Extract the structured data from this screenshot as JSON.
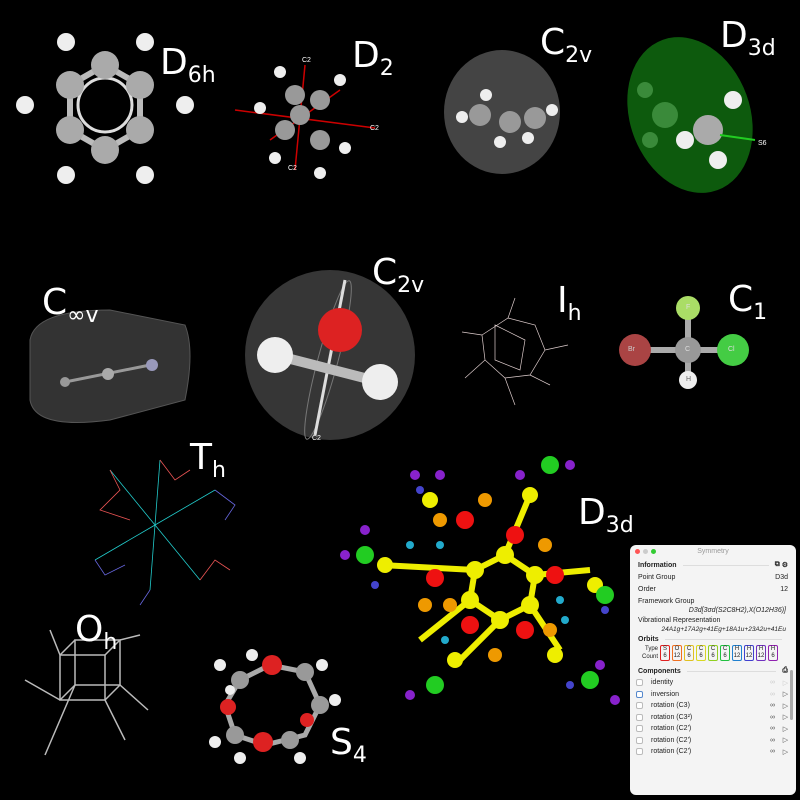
{
  "labels": [
    {
      "base": "D",
      "sub": "6h"
    },
    {
      "base": "D",
      "sub": "2"
    },
    {
      "base": "C",
      "sub": "2v"
    },
    {
      "base": "D",
      "sub": "3d"
    },
    {
      "base": "C",
      "sub": "∞v"
    },
    {
      "base": "C",
      "sub": "2v"
    },
    {
      "base": "I",
      "sub": "h"
    },
    {
      "base": "C",
      "sub": "1"
    },
    {
      "base": "T",
      "sub": "h"
    },
    {
      "base": "D",
      "sub": "3d"
    },
    {
      "base": "O",
      "sub": "h"
    },
    {
      "base": "S",
      "sub": "4"
    }
  ],
  "axis_labels": {
    "d2_a": "C2",
    "d2_b": "C2",
    "d2_c": "C2",
    "d3d": "S6",
    "water": "C2"
  },
  "atoms": {
    "br": "Br",
    "c": "C",
    "cl": "Cl",
    "f": "F",
    "h": "H"
  },
  "panel": {
    "title": "Symmetry",
    "information": "Information",
    "point_group_label": "Point Group",
    "point_group_value": "D3d",
    "order_label": "Order",
    "order_value": "12",
    "framework_label": "Framework Group",
    "framework_value": "D3d[3σd(S2C8H2),X(O12H36)]",
    "vib_label": "Vibrational Representation",
    "vib_value": "24A1g+17A2g+41Eg+18A1u+23A2u+41Eu",
    "orbits": "Orbits",
    "type_label": "Type",
    "count_label": "Count",
    "orbit_list": [
      {
        "type": "S",
        "count": "6",
        "color": "#e02020"
      },
      {
        "type": "O",
        "count": "12",
        "color": "#f07020"
      },
      {
        "type": "C",
        "count": "6",
        "color": "#e0c020"
      },
      {
        "type": "C",
        "count": "6",
        "color": "#d8d820"
      },
      {
        "type": "C",
        "count": "6",
        "color": "#90d020"
      },
      {
        "type": "C",
        "count": "6",
        "color": "#20c040"
      },
      {
        "type": "H",
        "count": "12",
        "color": "#2080d0"
      },
      {
        "type": "H",
        "count": "12",
        "color": "#4040d0"
      },
      {
        "type": "H",
        "count": "12",
        "color": "#7030c0"
      },
      {
        "type": "H",
        "count": "6",
        "color": "#9020b0"
      }
    ],
    "components": "Components",
    "component_list": [
      "identity",
      "inversion",
      "rotation (C3)",
      "rotation (C3²)",
      "rotation (C2')",
      "rotation (C2')",
      "rotation (C2')"
    ]
  }
}
